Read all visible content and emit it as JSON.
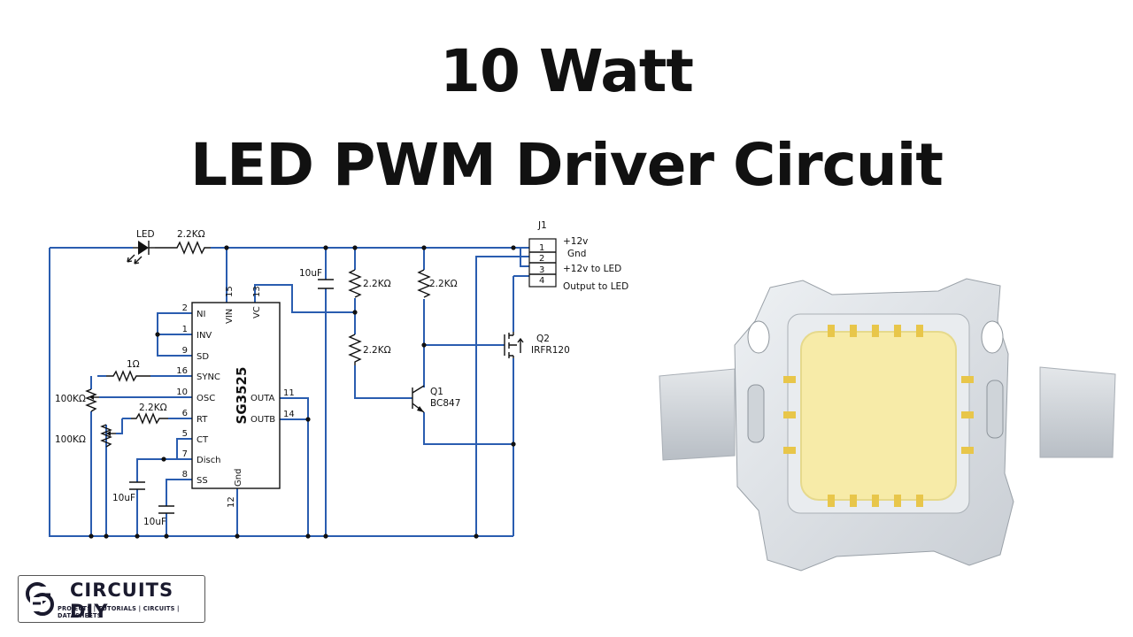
{
  "title": {
    "line1": "10 Watt",
    "line2": "LED PWM Driver Circuit"
  },
  "ic": {
    "name": "SG3525",
    "left_pins": [
      {
        "num": "2",
        "name": "NI"
      },
      {
        "num": "1",
        "name": "INV"
      },
      {
        "num": "9",
        "name": "SD"
      },
      {
        "num": "16",
        "name": "SYNC"
      },
      {
        "num": "10",
        "name": "OSC"
      },
      {
        "num": "6",
        "name": "RT"
      },
      {
        "num": "5",
        "name": "CT"
      },
      {
        "num": "7",
        "name": "Disch"
      },
      {
        "num": "8",
        "name": "SS"
      }
    ],
    "right_pins": [
      {
        "num": "11",
        "name": "OUTA"
      },
      {
        "num": "14",
        "name": "OUTB"
      }
    ],
    "top_pins": [
      {
        "num": "15",
        "name": "VIN"
      },
      {
        "num": "13",
        "name": "VC"
      }
    ],
    "bottom_pin": {
      "num": "12",
      "name": "Gnd"
    }
  },
  "components": {
    "led": "LED",
    "r_led": "2.2KΩ",
    "c_top": "10uF",
    "r1": "2.2KΩ",
    "r2": "2.2KΩ",
    "r3": "2.2KΩ",
    "r_sync": "1Ω",
    "pot1": "100KΩ",
    "pot2": "100KΩ",
    "r_rt": "2.2KΩ",
    "c1": "10uF",
    "c2": "10uF",
    "q1_ref": "Q1",
    "q1_part": "BC847",
    "q2_ref": "Q2",
    "q2_part": "IRFR120"
  },
  "connector": {
    "ref": "J1",
    "pins": [
      {
        "num": "1",
        "label": "+12v"
      },
      {
        "num": "2",
        "label": "Gnd"
      },
      {
        "num": "3",
        "label": "+12v to LED"
      },
      {
        "num": "4",
        "label": "Output to LED"
      }
    ]
  },
  "logo": {
    "name": "CIRCUITS DIY",
    "tagline": "PROJECTS | TUTORIALS | CIRCUITS | DATASHEETS"
  },
  "colors": {
    "wire": "#2a5db0",
    "led_chip": "#f7eba8",
    "pcb": "#dfe3e8"
  }
}
